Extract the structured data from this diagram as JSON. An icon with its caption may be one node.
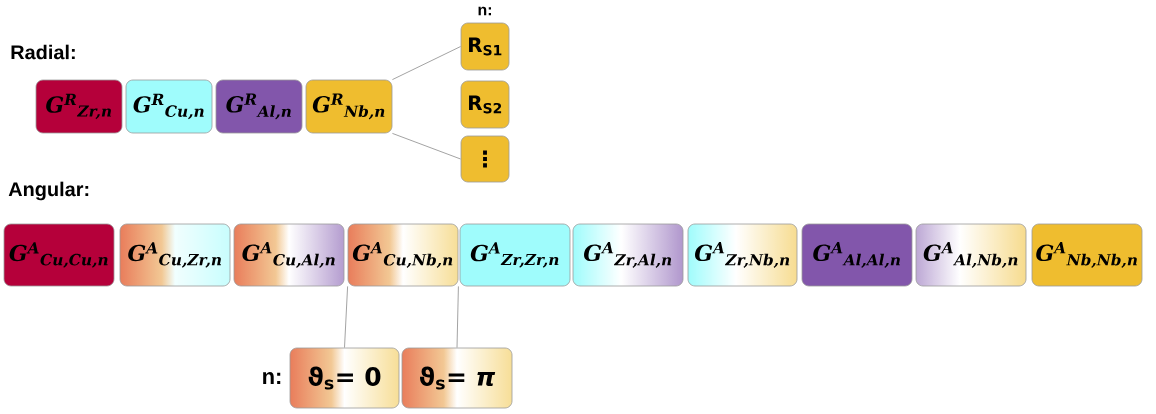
{
  "diagram": {
    "nodes": [
      {
        "text": [
          "G$^{R}$$_{Zr,n}$"
        ]
      },
      {
        "text": [
          "G$^{R}$$_{Cu,n}$"
        ]
      },
      {
        "text": [
          "G$^{R}$$_{Al,n}$"
        ]
      },
      {
        "text": [
          "G$^{R}$$_{Nb,n}$"
        ]
      },
      {
        "text": [
          "R$_{S1}$"
        ]
      },
      {
        "text": [
          "R$_{S2}$"
        ]
      },
      {
        "text": [
          "⋮"
        ]
      },
      {
        "text": [
          "G$^{A}$$_{Cu,Cu,n}$"
        ]
      },
      {
        "text": [
          "G$^{A}$$_{Cu,Zr,n}$"
        ]
      },
      {
        "text": [
          "G$^{A}$$_{Cu,Al,n}$"
        ]
      },
      {
        "text": [
          "G$^{A}$$_{Cu,Nb,n}$"
        ]
      },
      {
        "text": [
          "G$^{A}$$_{Zr,Zr,n}$"
        ]
      },
      {
        "text": [
          "G$^{A}$$_{Zr,Al,n}$"
        ]
      },
      {
        "text": [
          "G$^{A}$$_{Zr,Nb,n}$"
        ]
      },
      {
        "text": [
          "G$^{A}$$_{Al,Al,n}$"
        ]
      },
      {
        "text": [
          "G$^{A}$$_{Al,Nb,n}$"
        ]
      },
      {
        "text": [
          "G$^{A}$$_{Nb,Nb,n}$"
        ]
      },
      {
        "text": [
          "ϑ$_{s}$= 0"
        ]
      },
      {
        "text": [
          "ϑ$_{s}$= *π*"
        ]
      }
    ],
    "edges": [
      {
        "from": 3,
        "to": 4,
        "arrow": "none"
      },
      {
        "from": 3,
        "to": 6,
        "arrow": "none"
      },
      {
        "from": 10,
        "to": 17,
        "arrow": "none"
      },
      {
        "from": 10,
        "to": 18,
        "arrow": "none"
      }
    ],
    "labels": [
      "n:",
      "Radial:",
      "Angular:",
      "n:"
    ]
  }
}
